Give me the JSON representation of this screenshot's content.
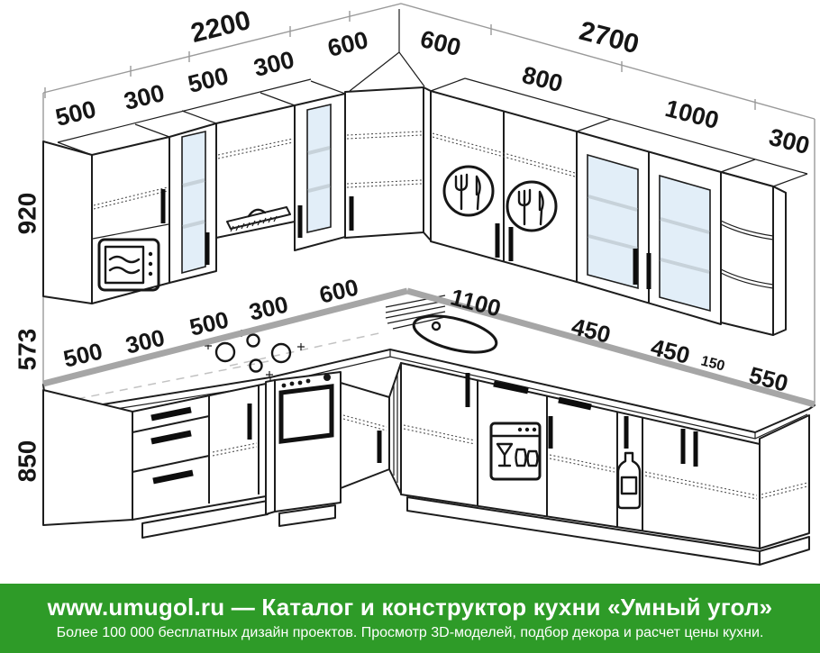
{
  "dims": {
    "left_total": "2200",
    "right_total": "2700",
    "left_wall_segments": [
      "500",
      "300",
      "500",
      "300"
    ],
    "corner_left": "600",
    "corner_right": "600",
    "right_wall_segments": [
      "800",
      "1000",
      "300"
    ],
    "heights": {
      "wall_cabinet": "920",
      "backsplash": "573",
      "base_cabinet": "850"
    },
    "left_counter_segments": [
      "500",
      "300",
      "500",
      "300",
      "600"
    ],
    "right_counter_segments": [
      "1100",
      "450",
      "450",
      "150",
      "550"
    ]
  },
  "colors": {
    "line": "#1d1d1d",
    "wall_line": "#9a9a9a",
    "backsplash_band": "#a6a6a6",
    "glass": "#e2eef8",
    "footer_green": "#2e9b28",
    "footer_text": "#ffffff"
  },
  "footer": {
    "title": "www.umugol.ru — Каталог и конструктор кухни «Умный угол»",
    "subtitle": "Более 100 000 бесплатных дизайн проектов. Просмотр 3D-моделей, подбор декора и расчет цены кухни."
  }
}
